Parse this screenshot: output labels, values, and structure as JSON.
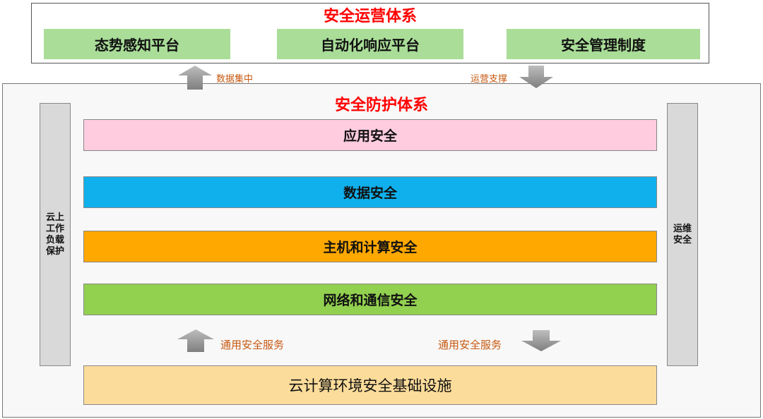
{
  "operations": {
    "title": "安全运营体系",
    "cards": [
      "态势感知平台",
      "自动化响应平台",
      "安全管理制度"
    ]
  },
  "connectors_top": {
    "up_label": "数据集中",
    "down_label": "运营支撑"
  },
  "protection": {
    "title": "安全防护体系",
    "left_column": [
      "云上",
      "工作",
      "负载",
      "保护"
    ],
    "right_column": [
      "运维",
      "安全"
    ],
    "layers": [
      "应用安全",
      "数据安全",
      "主机和计算安全",
      "网络和通信安全"
    ],
    "connectors_bottom": {
      "up_label": "通用安全服务",
      "down_label": "通用安全服务"
    },
    "infrastructure": "云计算环境安全基础设施"
  },
  "colors": {
    "title_red": "#ff0000",
    "card_green": "#a9dd98",
    "layer_pink": "#ffccdf",
    "layer_blue": "#0fb0ec",
    "layer_orange": "#ffa800",
    "layer_green": "#92d050",
    "infra_yellow": "#fcdc9a",
    "side_gray": "#d9d9d9",
    "label_orange": "#c65911",
    "arrow_gray": "#8c8c8c"
  }
}
